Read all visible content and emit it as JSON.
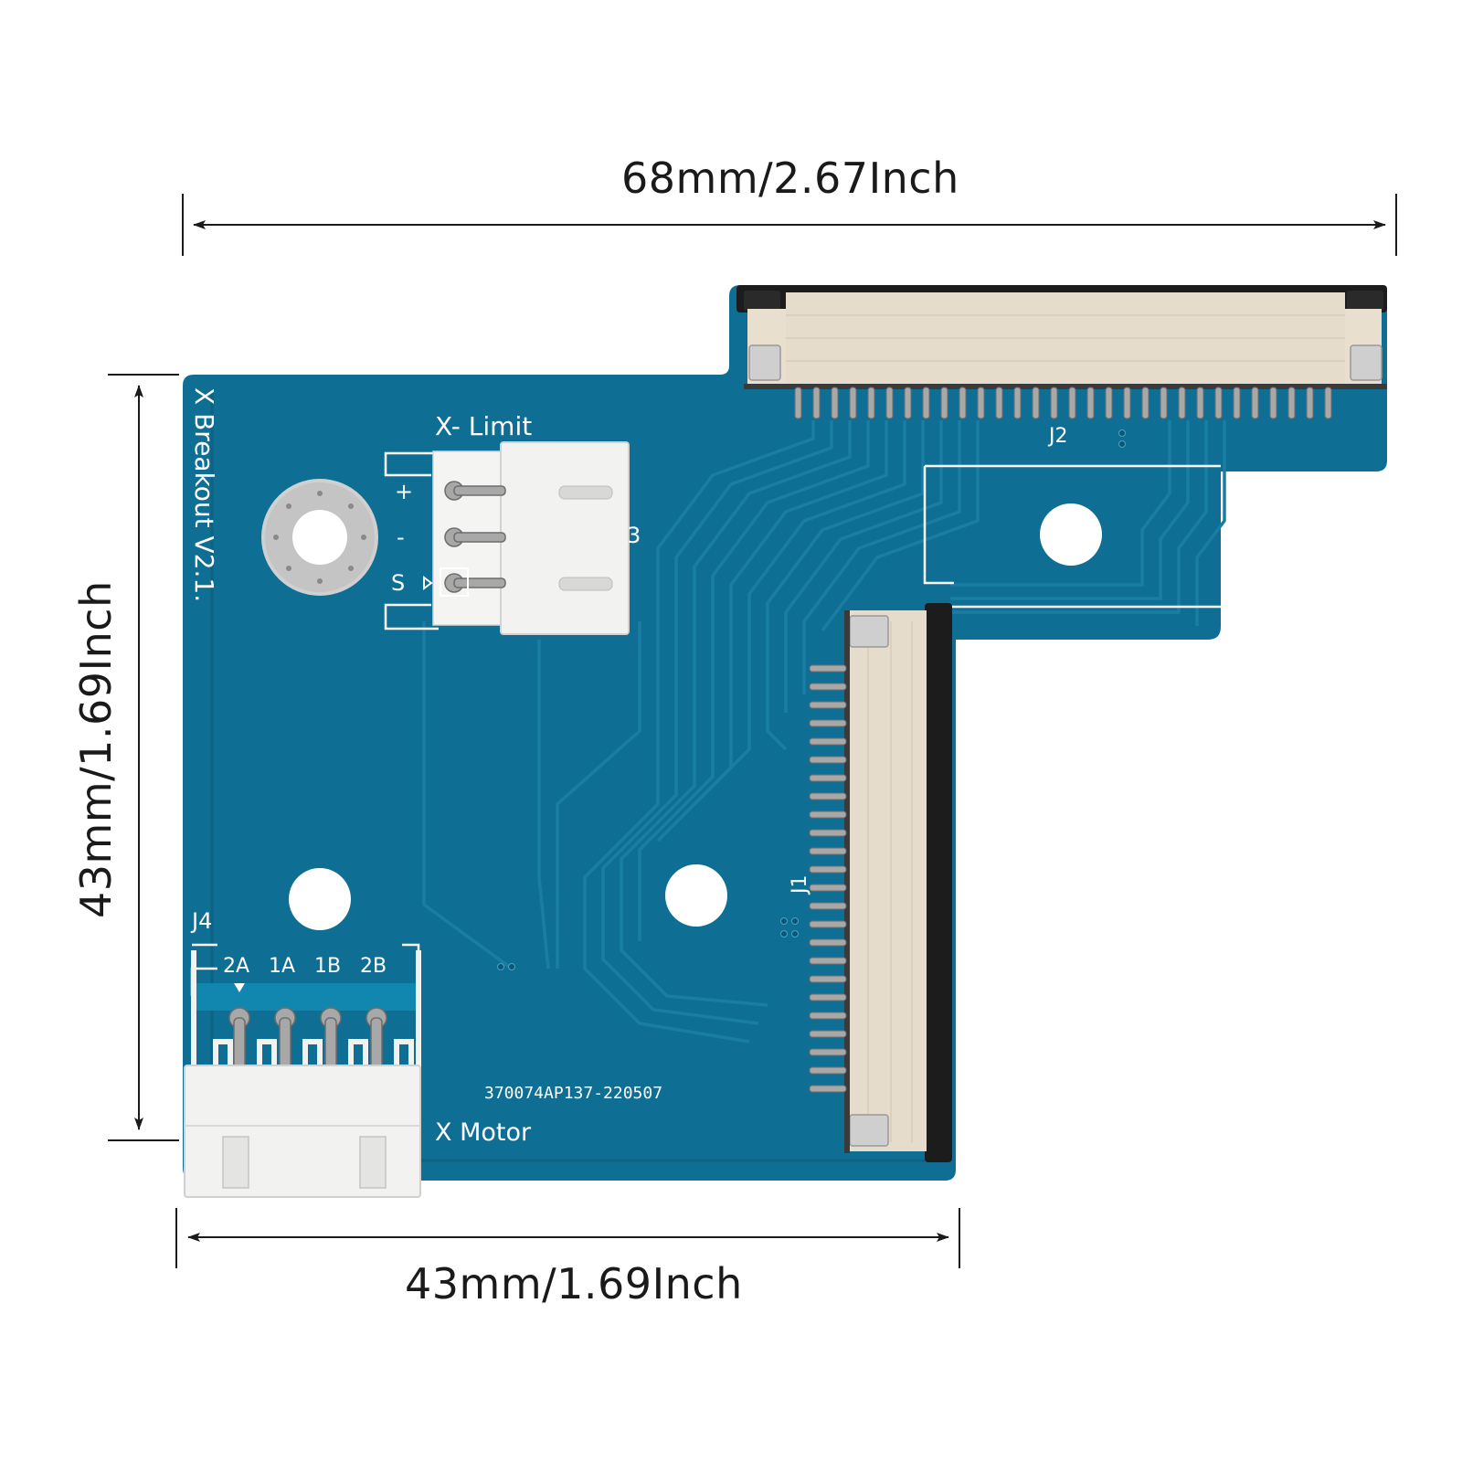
{
  "dimensions": {
    "width_top": "68mm/2.67Inch",
    "height_left": "43mm/1.69Inch",
    "width_bottom": "43mm/1.69Inch"
  },
  "board": {
    "title": "X Breakout V2.1.",
    "limit_header": "X-  Limit",
    "limit_pins": [
      "+",
      "-",
      "S"
    ],
    "motor_connector": "J4",
    "motor_pins": [
      "2A",
      "1A",
      "1B",
      "2B"
    ],
    "motor_label": "X Motor",
    "serial": "370074AP137-220507",
    "connector_j1": "J1",
    "connector_j2": "J2",
    "unlabeled_marking": "3"
  },
  "colors": {
    "pcb": "#0f6e93",
    "pcb_dark": "#0b5677",
    "trace": "#1a7ea4",
    "silkscreen": "#ffffff",
    "connector_body": "#f2f2f0",
    "ffc_body": "#e6dccc",
    "pins": "#a8a8a8"
  }
}
